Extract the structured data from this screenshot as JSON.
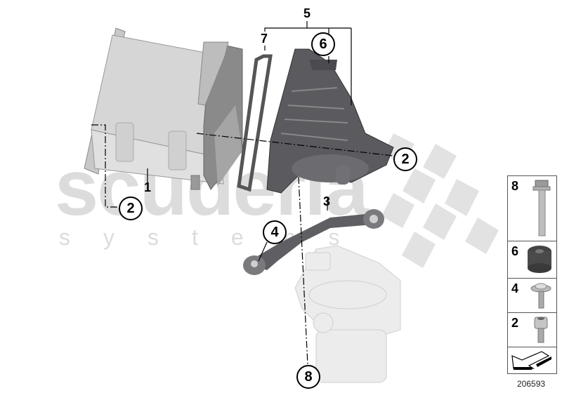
{
  "diagram": {
    "id": "206593",
    "watermark": {
      "main": "scuderia",
      "sub": "systems"
    },
    "labels": [
      {
        "num": "1",
        "part": "intercooler"
      },
      {
        "num": "3",
        "part": "bracket"
      },
      {
        "num": "5",
        "part": "intake-manifold-assembly"
      },
      {
        "num": "7",
        "part": "gasket"
      }
    ],
    "callouts": [
      {
        "num": "2",
        "part": "socket-head-screw"
      },
      {
        "num": "2",
        "part": "socket-head-screw"
      },
      {
        "num": "4",
        "part": "washer-screw"
      },
      {
        "num": "6",
        "part": "rubber-mount"
      },
      {
        "num": "8",
        "part": "hex-bolt"
      }
    ],
    "legend": [
      {
        "num": "8",
        "part": "hex-bolt"
      },
      {
        "num": "6",
        "part": "rubber-mount"
      },
      {
        "num": "4",
        "part": "washer-screw"
      },
      {
        "num": "2",
        "part": "socket-head-screw"
      }
    ],
    "colors": {
      "metal_light": "#d8d8d8",
      "metal_dark": "#5a5a5f",
      "watermark": "#dcdcdc",
      "line": "#000000"
    }
  }
}
